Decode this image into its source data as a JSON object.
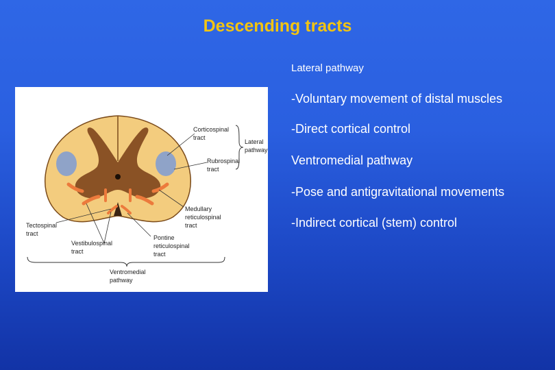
{
  "slide": {
    "title": "Descending tracts",
    "background": "#2a5fe0",
    "title_color": "#f2c412"
  },
  "bullets": [
    {
      "text": "Lateral pathway"
    },
    {
      "text": "-Voluntary movement of distal muscles"
    },
    {
      "text": "-Direct cortical control"
    },
    {
      "text": "Ventromedial pathway"
    },
    {
      "text": "-Pose and antigravitational movements"
    },
    {
      "text": "-Indirect cortical  (stem) control"
    }
  ],
  "figure": {
    "labels": {
      "corticospinal": "Corticospinal\ntract",
      "lateral": "Lateral\npathway",
      "rubrospinal": "Rubrospinal\ntract",
      "medullary": "Medullary\nreticulospinal\ntract",
      "tectospinal": "Tectospinal\ntract",
      "vestibulospinal": "Vestibulospinal\ntract",
      "pontine": "Pontine\nreticulospinal\ntract",
      "ventromedial": "Ventromedial\npathway"
    },
    "colors": {
      "white_matter": "#f3cc7e",
      "gray_matter": "#8a5225",
      "lateral_tracts": "#8fa3c8",
      "ventromedial_tracts": "#ec7a3c"
    }
  }
}
